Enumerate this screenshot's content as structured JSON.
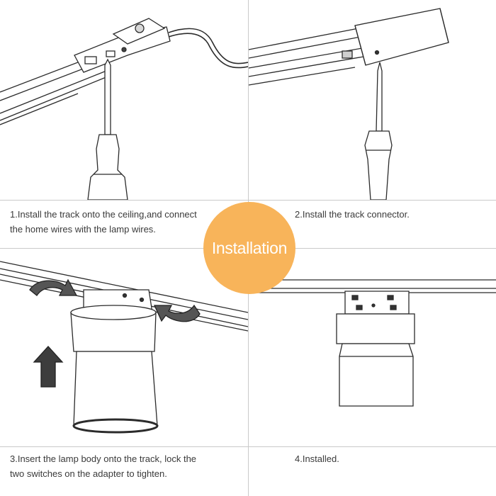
{
  "badge": {
    "label": "Installation",
    "color": "#f8b45a"
  },
  "steps": [
    {
      "caption": "1.Install the track onto the ceiling,and connect\n the home wires with the lamp wires."
    },
    {
      "caption": "2.Install the track connector."
    },
    {
      "caption": "3.Insert the lamp body onto the track, lock the\ntwo switches on the adapter to tighten."
    },
    {
      "caption": "4.Installed."
    }
  ],
  "colors": {
    "line": "#2b2b2b",
    "divider": "#c9c9c9",
    "arrow": "#3d3d3d"
  }
}
